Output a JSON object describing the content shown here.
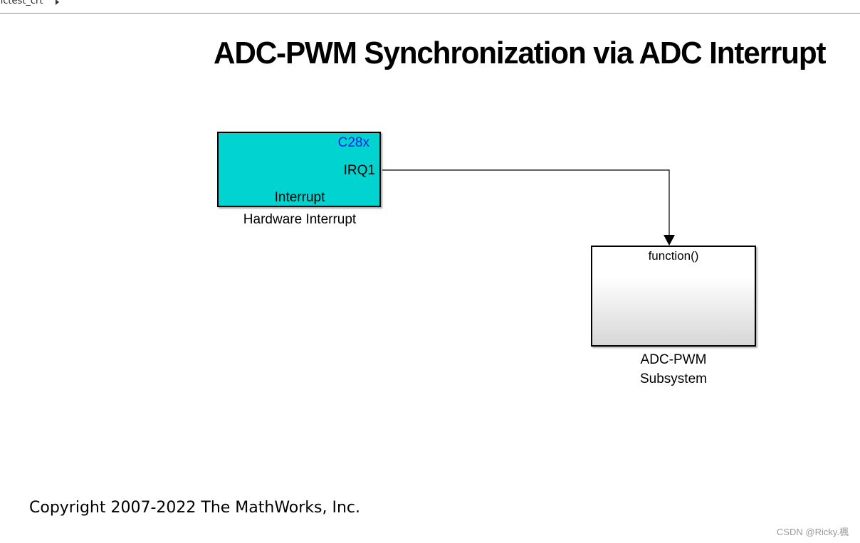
{
  "breadcrumb": {
    "model_name": "nctest_crt"
  },
  "title": "ADC-PWM Synchronization via ADC Interrupt",
  "hardware_interrupt_block": {
    "target_label": "C28x",
    "output_port": "IRQ1",
    "inner_label": "Interrupt",
    "block_name": "Hardware Interrupt",
    "fill_color": "#00d3d0",
    "target_label_color": "#1a1aee"
  },
  "subsystem_block": {
    "input_port": "function()",
    "name_line1": "ADC-PWM",
    "name_line2": "Subsystem"
  },
  "copyright": "Copyright 2007-2022 The MathWorks, Inc.",
  "watermark": "CSDN @Ricky.楓"
}
